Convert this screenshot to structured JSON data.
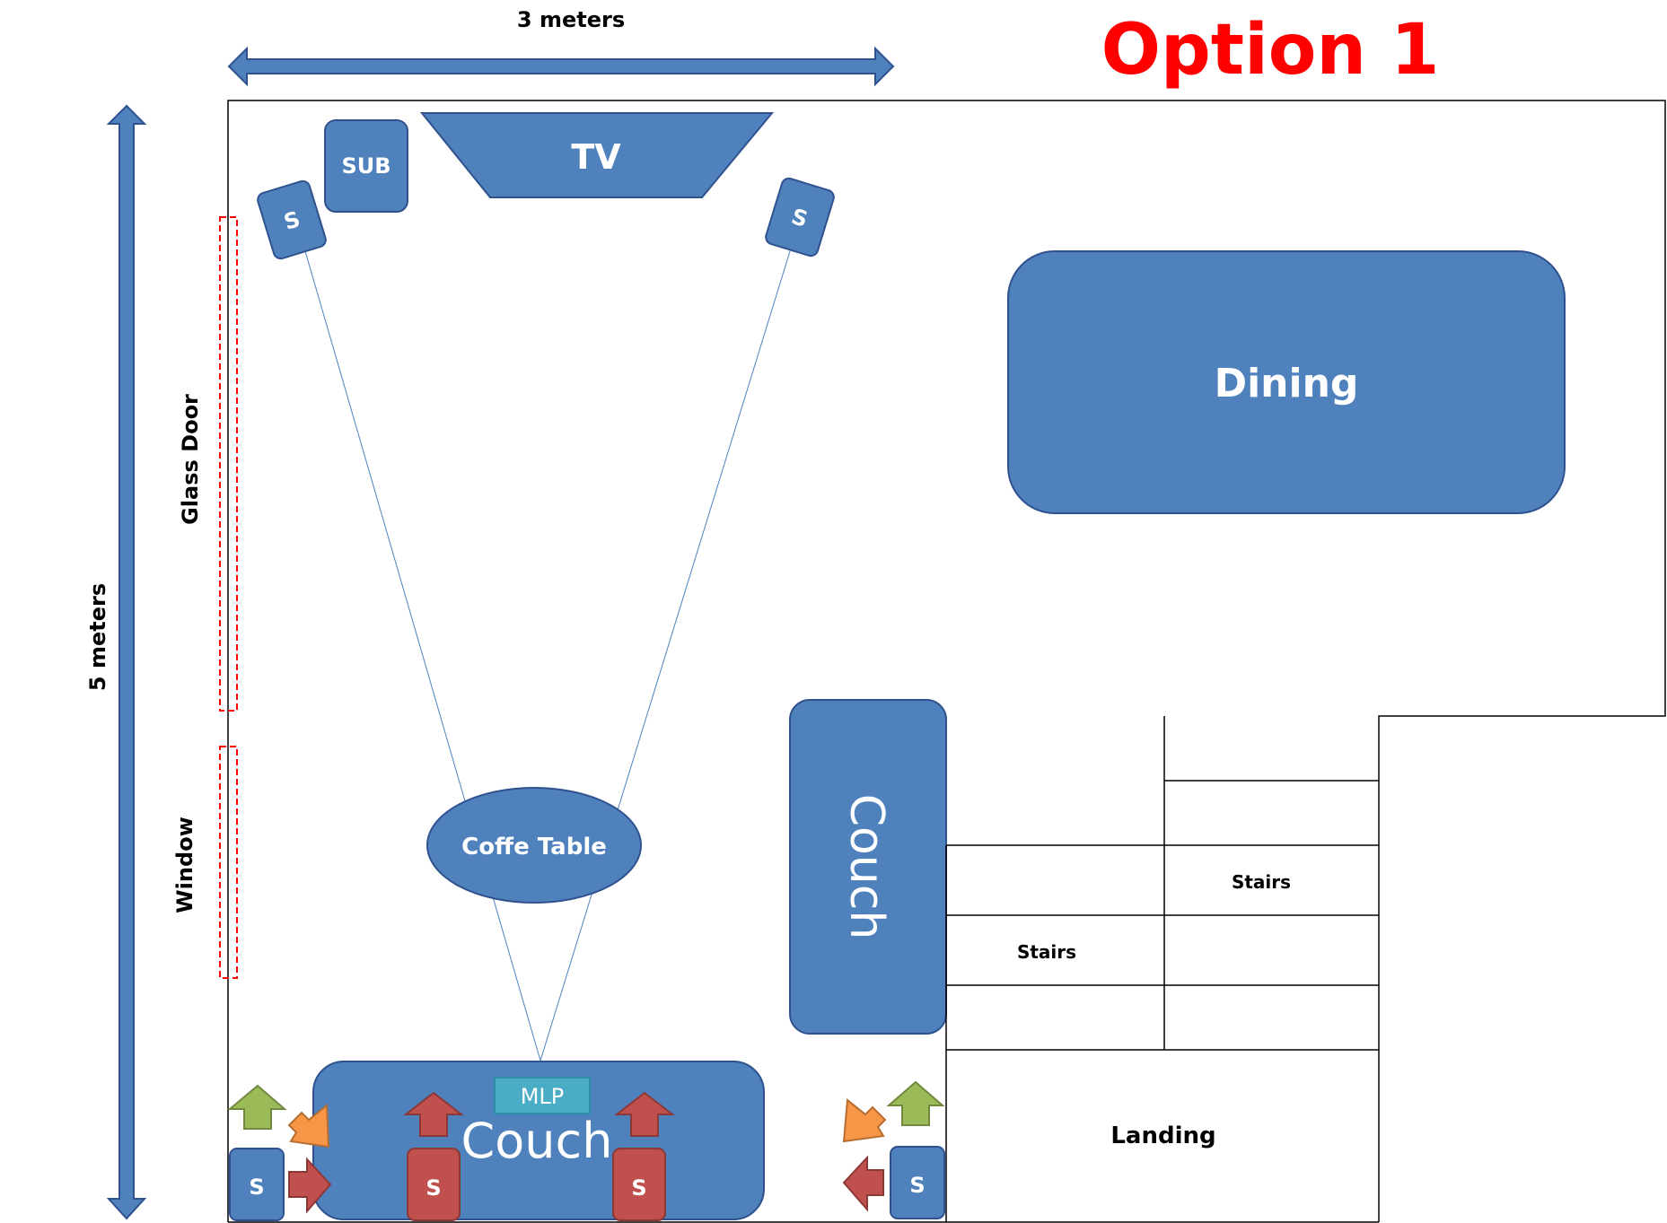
{
  "title": "Option 1",
  "dimensions": {
    "width_label": "3 meters",
    "height_label": "5 meters"
  },
  "walls": {
    "glass_door": "Glass Door",
    "window": "Window"
  },
  "furniture": {
    "tv": "TV",
    "sub": "SUB",
    "dining": "Dining",
    "coffee_table": "Coffe Table",
    "couch_main": "Couch",
    "couch_side": "Couch",
    "mlp": "MLP"
  },
  "speaker_label": "S",
  "stairs": {
    "left": "Stairs",
    "right": "Stairs",
    "landing": "Landing"
  },
  "colors": {
    "blue": "#4F81BD",
    "blue_border": "#2F528F",
    "red_speaker": "#C0504D",
    "red_border": "#8C3836",
    "teal": "#4BACC6",
    "green": "#9BBB59",
    "orange": "#F79646",
    "title_red": "#FF0000",
    "door_dash": "#FF0000",
    "wall_line": "#000000"
  }
}
